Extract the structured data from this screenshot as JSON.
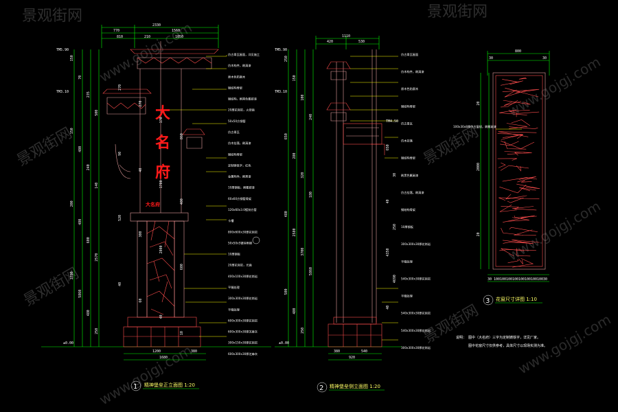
{
  "watermark": {
    "cn": "景观街网",
    "url": "www.gojgj.com"
  },
  "calligraphy": {
    "c1": "大",
    "c2": "名",
    "c3": "府",
    "small": "大名府"
  },
  "elev1": {
    "title": "精神堡垒正立面图 1:20",
    "num": "1",
    "levels": {
      "top": "TM5.90",
      "mid": "TM3.10",
      "ground": "±0.00"
    },
    "top_dims": {
      "total": "2330",
      "a": "770",
      "b": "1560",
      "c": "810",
      "d": "210",
      "e": "1050"
    },
    "bottom_dims": {
      "a": "1200",
      "b": "380",
      "total": "1680"
    },
    "left_dims": [
      "150",
      "70",
      "235",
      "500",
      "150",
      "480",
      "240",
      "140",
      "200",
      "480",
      "600",
      "2570",
      "3700",
      "5860",
      "480",
      "250"
    ],
    "mid_dims": [
      "270",
      "270",
      "170",
      "860",
      "90",
      "40",
      "1700",
      "400",
      "520",
      "300",
      "2000",
      "600",
      "40",
      "60",
      "40",
      "10"
    ],
    "notes": [
      "仿古青瓦屋面，详见施工",
      "仿木构件，刷清漆",
      "原木色防腐木",
      "钢结构骨架",
      "钢结构，刷黑色氟碳漆",
      "20厚花岗岩，火烧面",
      "50x50方钢管",
      "仿古青瓦",
      "仿木挂落，刷清漆",
      "钢结构骨架",
      "定制铸铁字，红色",
      "金属构件，刷黑漆",
      "10厚钢板，刷氟碳漆",
      "60x60方钢管骨架",
      "120x60x3.0镀锌方管",
      "卡槽",
      "800x600x30厚花岗岩",
      "50x50x5镀锌角钢",
      "10厚钢板",
      "20厚花岗岩，光面",
      "400x100x30厚花岗岩",
      "平缝处理",
      "300x300x30厚花岗岩",
      "平缝处理",
      "600x300x30厚花岗岩",
      "600x300x30厚芝麻灰",
      "300x150x30厚花岗岩",
      "600x300x30厚芝麻灰"
    ]
  },
  "elev2": {
    "title": "精神堡垒侧立面图 1:20",
    "num": "2",
    "levels": {
      "top": "TM5.90",
      "mid": "TM3.10",
      "side": "TM4.50",
      "ground": "±0.00"
    },
    "top_dims": {
      "total": "1110",
      "a": "420",
      "b": "530"
    },
    "bottom_dims": {
      "a": "380",
      "b": "540",
      "total": "920"
    },
    "left_dims": [
      "250",
      "150",
      "100",
      "240",
      "650",
      "280",
      "320",
      "180",
      "480",
      "2580",
      "3700",
      "5860",
      "500",
      "480",
      "250"
    ],
    "mid_dims": [
      "650",
      "30",
      "40",
      "250",
      "4350",
      "4690",
      "40"
    ],
    "notes": [
      "仿古青瓦屋面",
      "仿木构件，刷清漆",
      "原木色防腐木",
      "钢结构骨架",
      "仿古青瓦",
      "仿木挂落",
      "钢结构骨架",
      "刷黑色氟碳漆",
      "仿古挂落，刷清漆",
      "钢结构骨架",
      "10厚钢板",
      "300x300x30厚花岗岩",
      "平缝处理",
      "540x300x30厚花岗岩",
      "平缝处理",
      "540x300x30厚花岗岩",
      "540x300x30厚花岗岩",
      "300x300x30厚花岗岩"
    ]
  },
  "detail3": {
    "title": "花窗尺寸详图 1:10",
    "num": "3",
    "top_dims": {
      "total": "800",
      "a": "30",
      "b": "30"
    },
    "left_dims": [
      "20",
      "2000",
      "20"
    ],
    "bottom_dims": [
      "30",
      "100",
      "100",
      "100",
      "100",
      "100",
      "100",
      "100",
      "100",
      "30"
    ],
    "note": "100x30x8厚仿古窗棂，刷氟碳漆"
  },
  "general_note": {
    "label": "说明：",
    "lines": [
      "图中（大名府）三字为定制铸铁字，详见厂家。",
      "图中花窗尺寸仅供参考，具体尺寸以现场实测为准。"
    ]
  },
  "colors": {
    "green": "#00ff00",
    "cyan": "#00ffff",
    "red": "#ff1a1a",
    "pink": "#e8a0a0",
    "yellow": "#ffff00"
  }
}
